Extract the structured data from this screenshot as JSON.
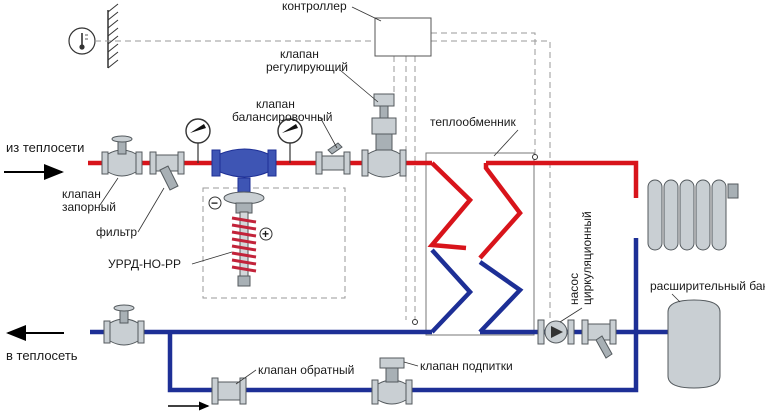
{
  "labels": {
    "supply_in": "из теплосети",
    "return_out": "в теплосеть",
    "controller": "контроллер",
    "control_valve": [
      "клапан",
      "регулирующий"
    ],
    "balancing_valve": [
      "клапан",
      "балансировочный"
    ],
    "heat_exchanger": "теплообменник",
    "shutoff_valve": [
      "клапан",
      "запорный"
    ],
    "filter": "фильтр",
    "regulator": "УРРД-НО-РР",
    "check_valve": "клапан обратный",
    "makeup_valve": "клапан подпитки",
    "circ_pump": [
      "насос",
      "циркуляционный"
    ],
    "expansion_tank": "расширительный бак",
    "minus_sign": "−",
    "plus_sign": "+"
  },
  "colors": {
    "supply": "#d8141b",
    "return": "#1d2f96",
    "control_line": "#9a9a9a",
    "regulator_spring": "#c2233a",
    "valve_body_blue": "#3e55b4"
  },
  "icons": [
    "thermometer-icon",
    "pressure-gauge-icon",
    "arrow-icon"
  ]
}
